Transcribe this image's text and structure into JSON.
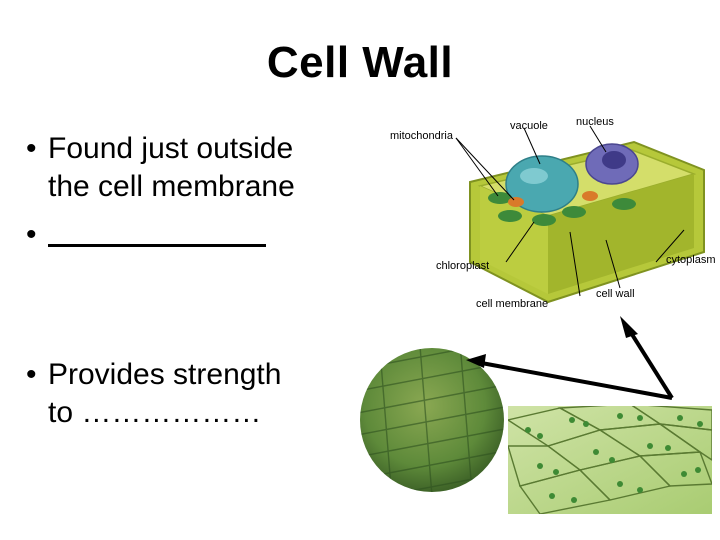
{
  "slide": {
    "title": "Cell Wall",
    "bullets": [
      {
        "lines": [
          "Found just outside",
          "the cell membrane"
        ]
      },
      {
        "blank": true
      },
      {
        "lines": [
          "Provides strength",
          "to ………………"
        ]
      }
    ]
  },
  "diagram": {
    "labels": {
      "mitochondria": "mitochondria",
      "vacuole": "vacuole",
      "nucleus": "nucleus",
      "chloroplast": "chloroplast",
      "cytoplasm": "cytoplasm",
      "cell_membrane": "cell membrane",
      "cell_wall": "cell wall"
    }
  },
  "colors": {
    "cell_green": "#b6c83a",
    "vacuole_teal": "#4aa8b0",
    "nucleus_purple": "#6f6bb8",
    "chloroplast_green": "#3d8a3a",
    "leaf_green": "#5e8a3a"
  }
}
